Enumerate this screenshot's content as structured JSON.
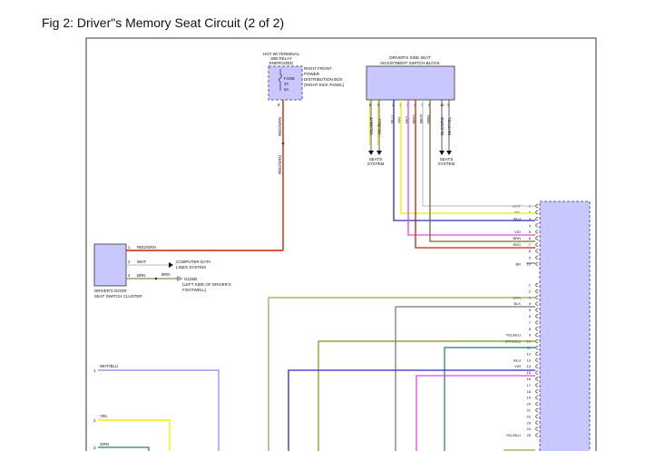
{
  "page": {
    "title": "Fig 2: Driver\"s Memory Seat Circuit (2 of 2)"
  },
  "fuse_block": {
    "hot_label": [
      "HOT W/ TERMINAL",
      "30B RELAY",
      "ENERGIZED"
    ],
    "fuse_lines": [
      "FUSE",
      "37",
      "5A"
    ],
    "pin": "9",
    "box_label": [
      "RIGHT FRONT",
      "POWER",
      "DISTRIBUTION BOX",
      "(RIGHT KICK PANEL)"
    ],
    "wire_color": "RED/GRN"
  },
  "side_switch": {
    "title": [
      "DRIVER'S SIDE SEAT",
      "ADJUSTMENT SWITCH BLOCK"
    ],
    "pins": [
      "6",
      "5",
      "2",
      "1",
      "3",
      "4",
      "7",
      "8",
      "10",
      "9",
      "2",
      "4"
    ],
    "wires": [
      "YEL/WHT",
      "YEL/BLU",
      "BLU",
      "YEL",
      "VIO",
      "RED",
      "WHT",
      "BRN",
      "BLK/ORG",
      "WHT/YEL"
    ],
    "seats_left": [
      "SEATS",
      "SYSTEM"
    ],
    "seats_right": [
      "SEATS",
      "SYSTEM"
    ]
  },
  "door_cluster": {
    "label": [
      "DRIVER'S DOOR",
      "SEAT SWITCH CLUSTER"
    ],
    "pins": [
      "1",
      "2",
      "4"
    ],
    "wires": [
      "RED/GRN",
      "WHT",
      "BRN"
    ],
    "brn_label": "BRN",
    "computer_label": [
      "COMPUTER DATA",
      "LINES SYSTEM"
    ],
    "ground_label": [
      "G105B",
      "(LEFT SIDE OF DRIVER'S",
      "FOOTWELL)"
    ]
  },
  "connector_top": {
    "wires": [
      "WHT",
      "YEL",
      "BLU",
      "",
      "VIO",
      "BRN",
      "RED",
      "",
      "",
      "BR"
    ],
    "pins": [
      "1",
      "2",
      "3",
      "4",
      "5",
      "6",
      "7",
      "8",
      "9",
      "10"
    ]
  },
  "connector_bottom": {
    "wires": [
      "",
      "",
      "BRN",
      "BLK",
      "",
      "",
      "",
      "",
      "YEL/BLU",
      "GRN/BLU",
      "",
      "",
      "BLU",
      "VIO",
      "",
      "",
      "",
      "",
      "",
      "",
      "",
      "",
      "",
      "",
      "YEL/BLU"
    ],
    "pins": [
      "1",
      "2",
      "3",
      "4",
      "5",
      "6",
      "7",
      "8",
      "9",
      "10",
      "11",
      "12",
      "13",
      "14",
      "15",
      "16",
      "17",
      "18",
      "19",
      "20",
      "21",
      "22",
      "23",
      "24",
      "25"
    ]
  },
  "left_terminals": {
    "pins": [
      "1",
      "2",
      "3"
    ],
    "wires": [
      "WHT/BLU",
      "YEL",
      "GRN"
    ]
  },
  "colors": {
    "red": "#cc2200",
    "yellow": "#f2ee00",
    "blue": "#2a2acc",
    "violet": "#e048e0",
    "brown": "#7a6a2a",
    "olive": "#a89a5a",
    "white_wire": "#b8b8b8",
    "black_wire": "#555555",
    "green_blue": "#1a7a6a",
    "olive_yellow": "#8a8a20",
    "lavender": "#8888ee",
    "module_fill": "#c8c8ff",
    "module_border": "#5555aa"
  }
}
